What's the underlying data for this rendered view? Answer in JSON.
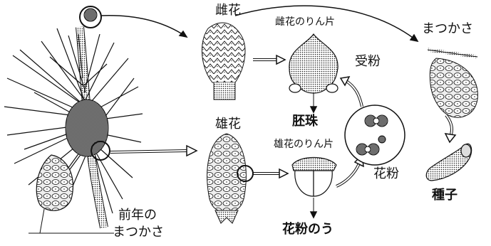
{
  "labels": {
    "female_flower": "雌花",
    "female_scale": "雌花のりん片",
    "pine_cone_top": "まつかさ",
    "pollination": "受粉",
    "ovule": "胚珠",
    "male_flower": "雄花",
    "male_scale": "雄花のりん片",
    "pollen": "花粉",
    "seed": "種子",
    "pollen_sac": "花粉のう",
    "previous_cone_line1": "前年の",
    "previous_cone_line2": "まつかさ"
  },
  "colors": {
    "ink": "#111111",
    "paper": "#ffffff",
    "shade": "#555555"
  }
}
